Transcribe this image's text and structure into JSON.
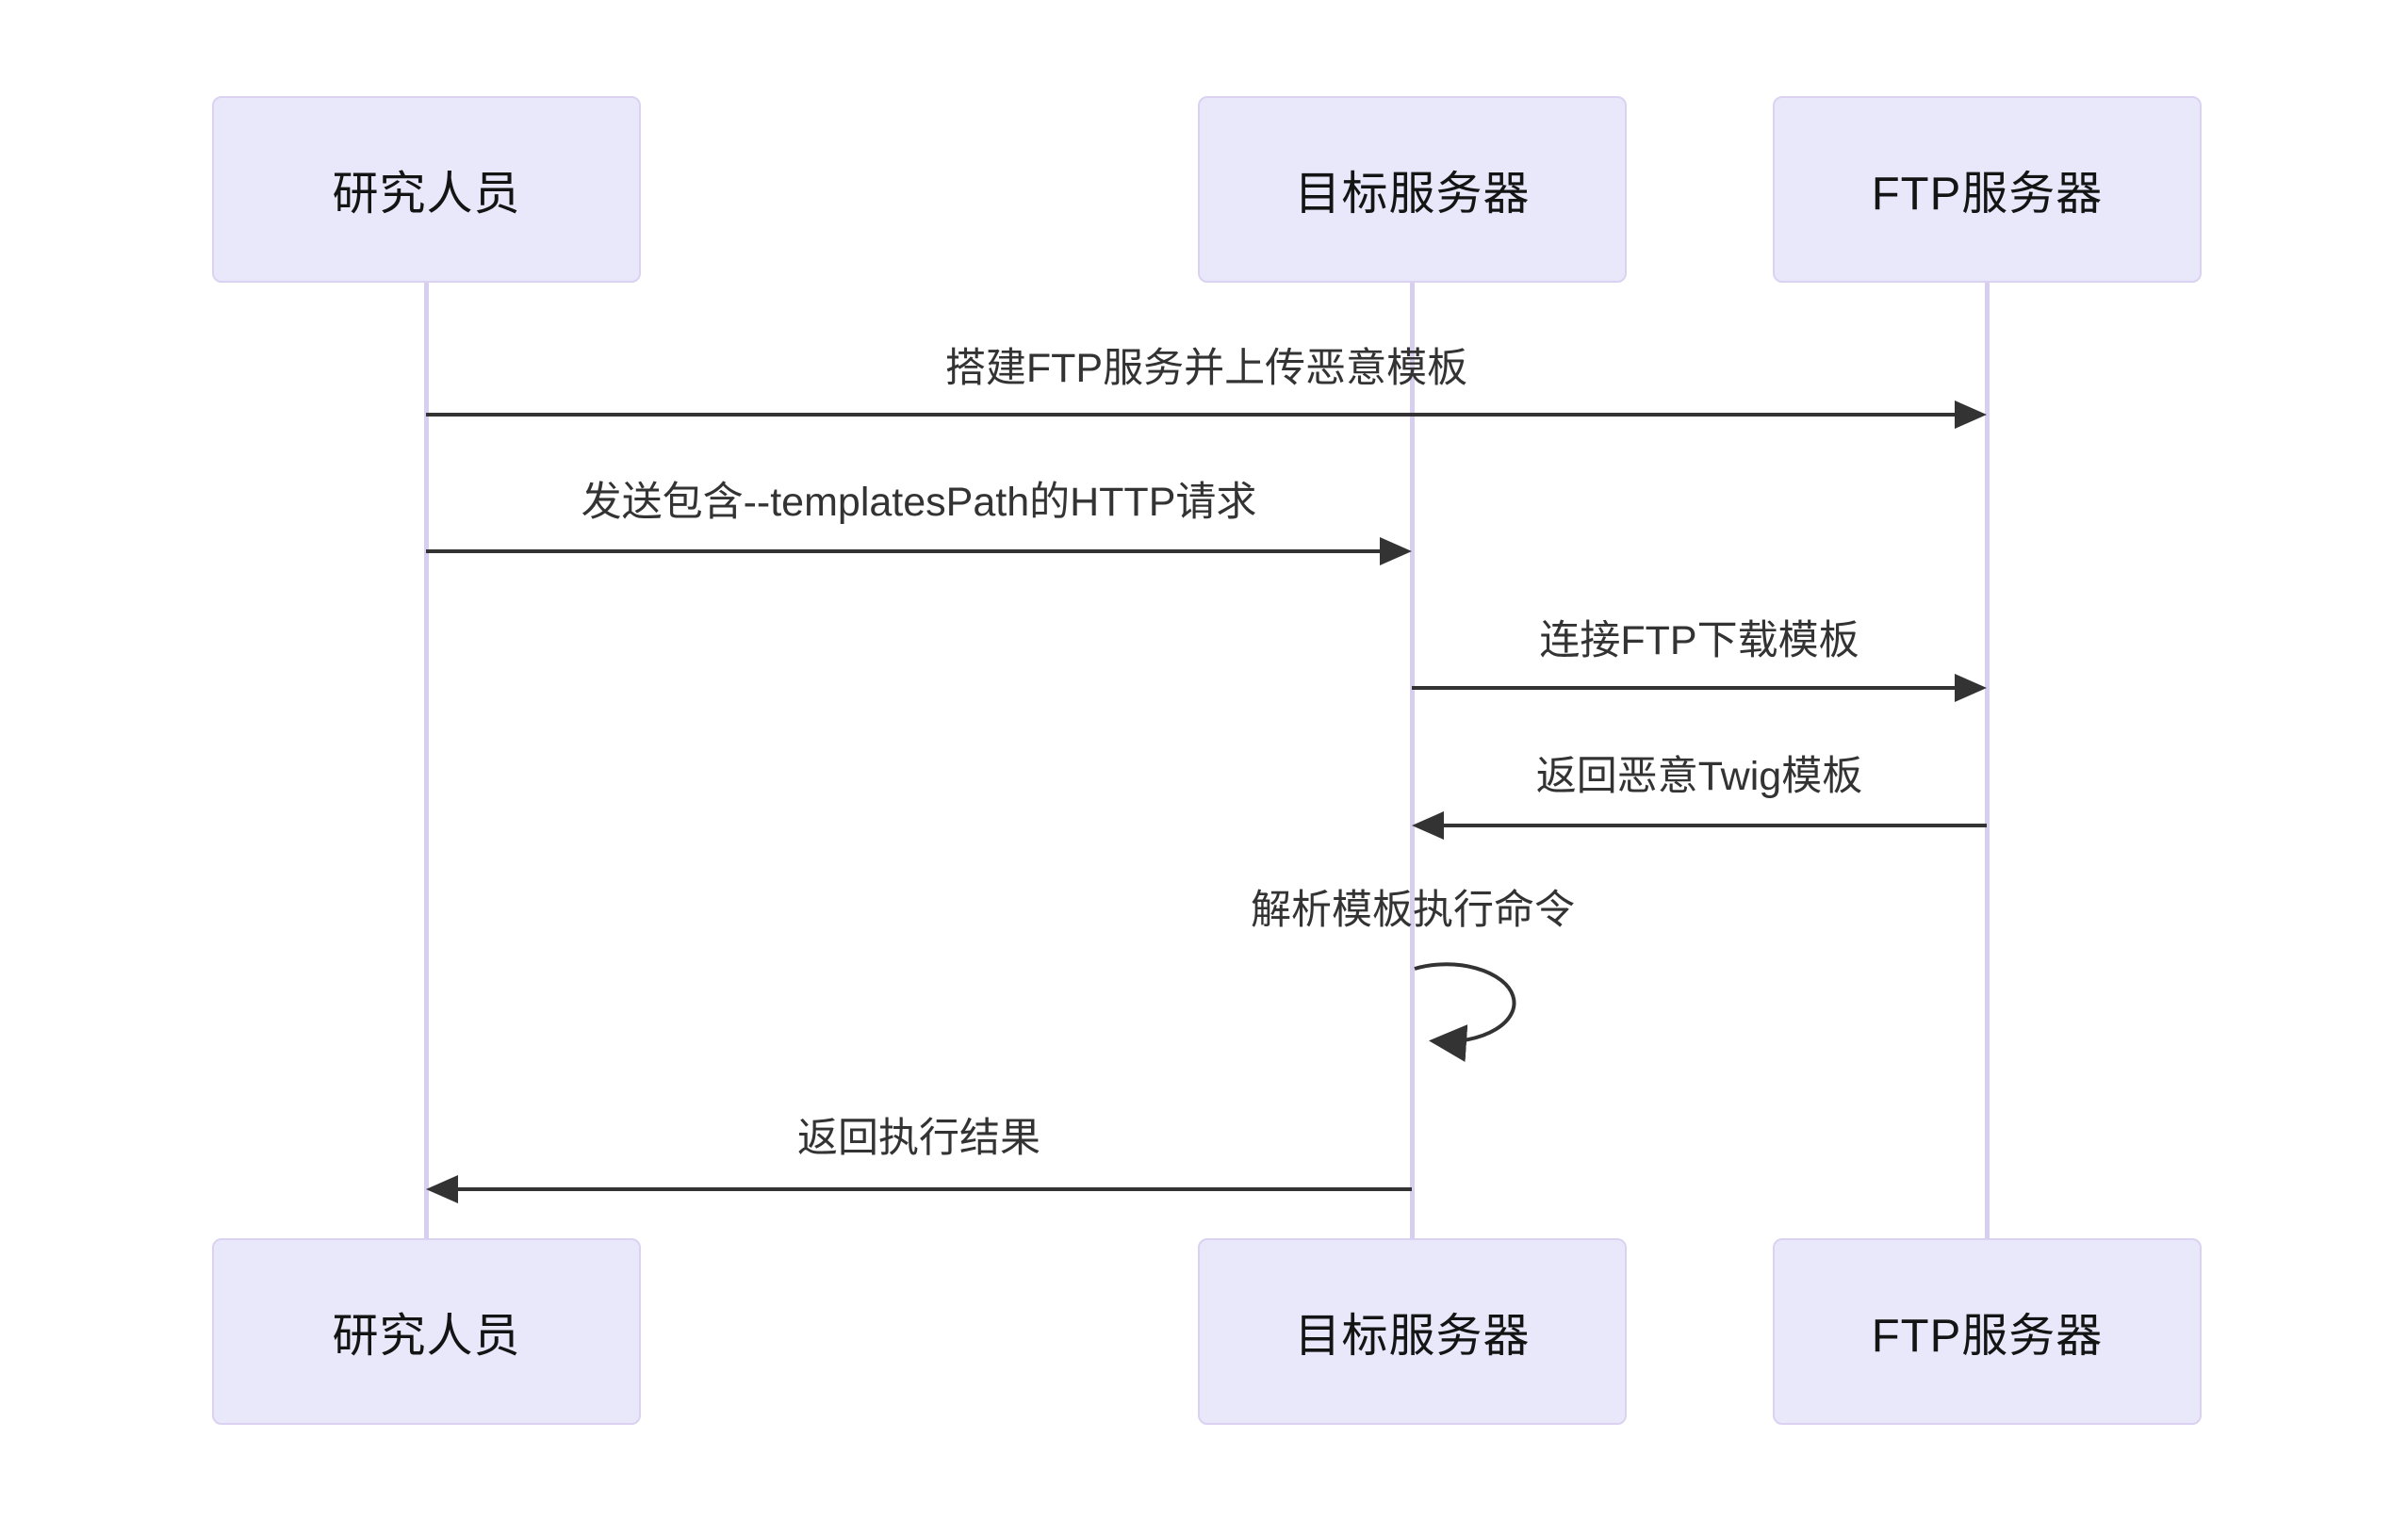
{
  "diagram": {
    "kind": "sequence-diagram",
    "background": "#ffffff",
    "colors": {
      "actor_fill": "#e9e8fb",
      "actor_border": "#dbd2f1",
      "lifeline": "#d8ceef",
      "arrow": "#333333",
      "message_text": "#333333",
      "actor_text": "#141414"
    }
  },
  "actors": [
    {
      "id": "researcher",
      "label": "研究人员"
    },
    {
      "id": "target-server",
      "label": "目标服务器"
    },
    {
      "id": "ftp-server",
      "label": "FTP服务器"
    }
  ],
  "messages": [
    {
      "from": "研究人员",
      "to": "FTP服务器",
      "direction": "right",
      "style": "solid",
      "label": "搭建FTP服务并上传恶意模板"
    },
    {
      "from": "研究人员",
      "to": "目标服务器",
      "direction": "right",
      "style": "solid",
      "label": "发送包含--templatesPath的HTTP请求"
    },
    {
      "from": "目标服务器",
      "to": "FTP服务器",
      "direction": "right",
      "style": "solid",
      "label": "连接FTP下载模板"
    },
    {
      "from": "FTP服务器",
      "to": "目标服务器",
      "direction": "left",
      "style": "solid",
      "label": "返回恶意Twig模板"
    },
    {
      "from": "目标服务器",
      "to": "目标服务器",
      "direction": "self",
      "style": "solid",
      "label": "解析模板执行命令"
    },
    {
      "from": "目标服务器",
      "to": "研究人员",
      "direction": "left",
      "style": "solid",
      "label": "返回执行结果"
    }
  ]
}
